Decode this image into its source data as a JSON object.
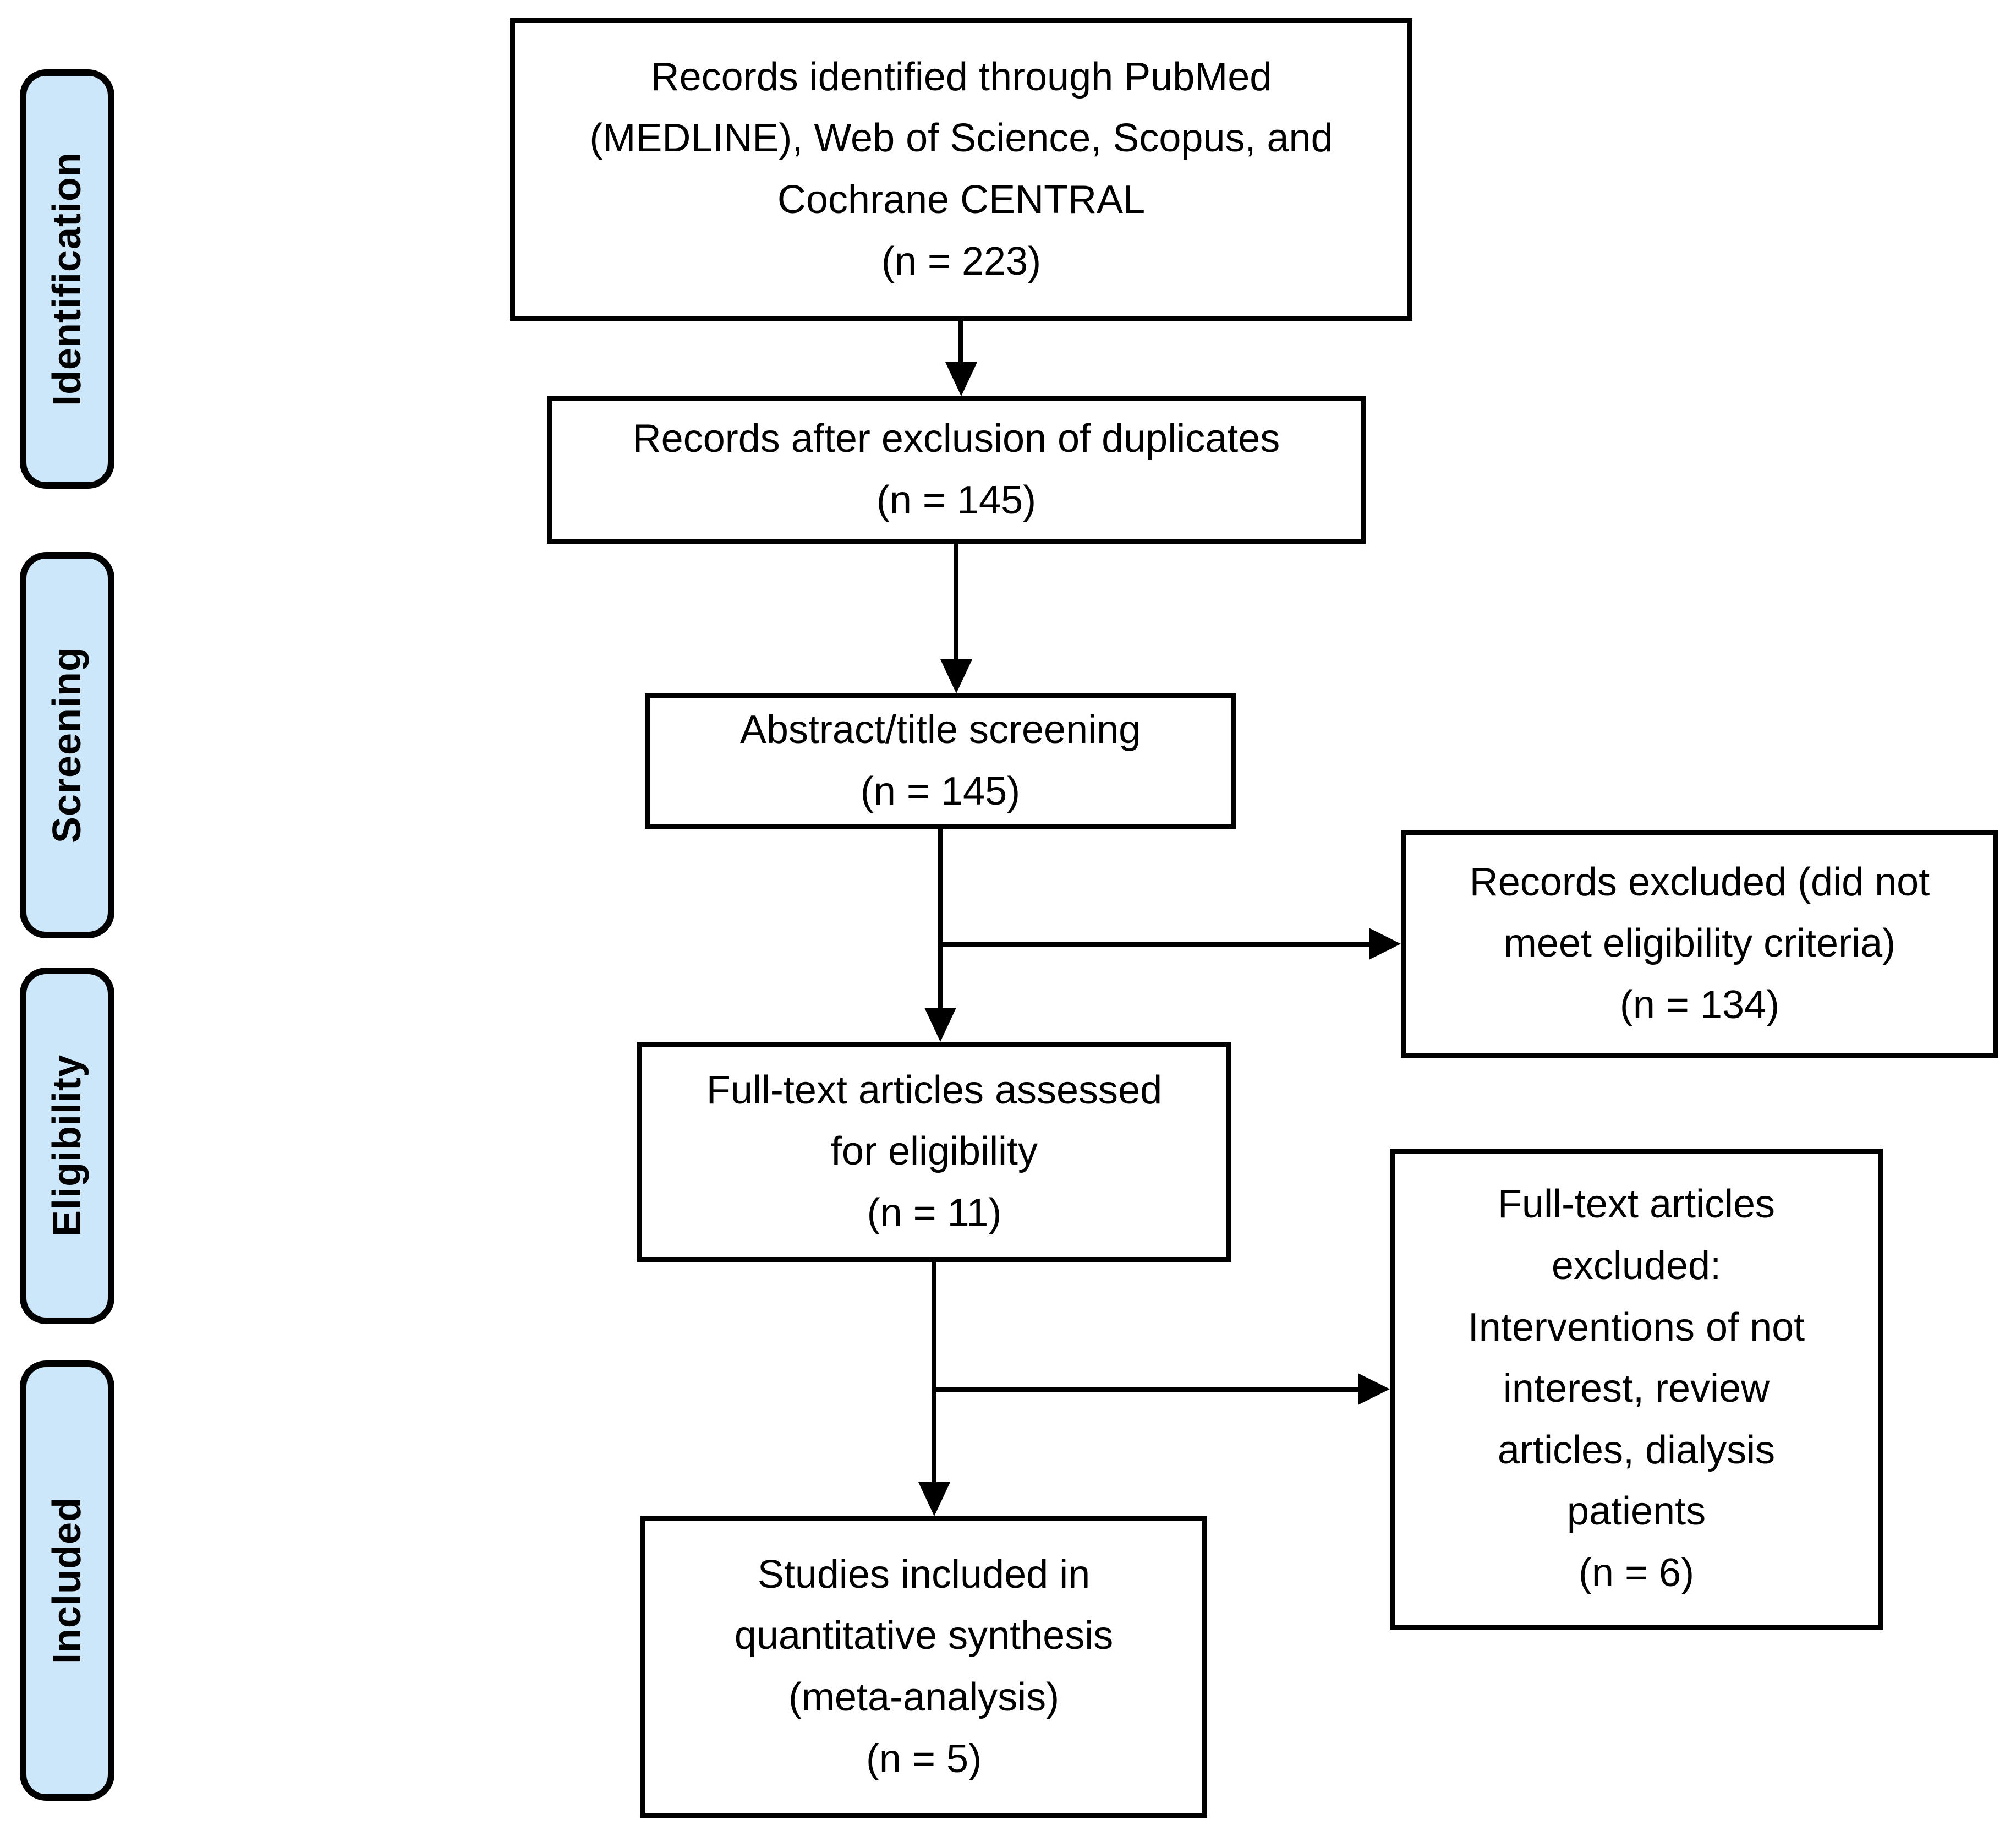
{
  "diagram": {
    "stages": [
      {
        "label": "Identification"
      },
      {
        "label": "Screening"
      },
      {
        "label": "Eligibility"
      },
      {
        "label": "Included"
      }
    ],
    "boxes": {
      "identified": {
        "lines": [
          "Records identified through PubMed",
          "(MEDLINE), Web of Science, Scopus, and",
          "Cochrane CENTRAL",
          "(n = 223)"
        ]
      },
      "deduplicated": {
        "lines": [
          "Records after exclusion of duplicates",
          "(n = 145)"
        ]
      },
      "abstract_screening": {
        "lines": [
          "Abstract/title screening",
          "(n = 145)"
        ]
      },
      "records_excluded": {
        "lines": [
          "Records excluded (did not",
          "meet eligibility criteria)",
          "(n = 134)"
        ]
      },
      "fulltext_assessed": {
        "lines": [
          "Full-text articles assessed",
          "for eligibility",
          "(n = 11)"
        ]
      },
      "fulltext_excluded": {
        "lines": [
          "Full-text articles",
          "excluded:",
          "Interventions of not",
          "interest, review",
          "articles, dialysis",
          "patients",
          "(n = 6)"
        ]
      },
      "included_studies": {
        "lines": [
          "Studies included in",
          "quantitative synthesis",
          "(meta-analysis)",
          "(n = 5)"
        ]
      }
    },
    "colors": {
      "stage_fill": "#cbe7f9",
      "line": "#000000",
      "background": "#ffffff",
      "box_fill": "#ffffff",
      "text": "#000000"
    }
  }
}
